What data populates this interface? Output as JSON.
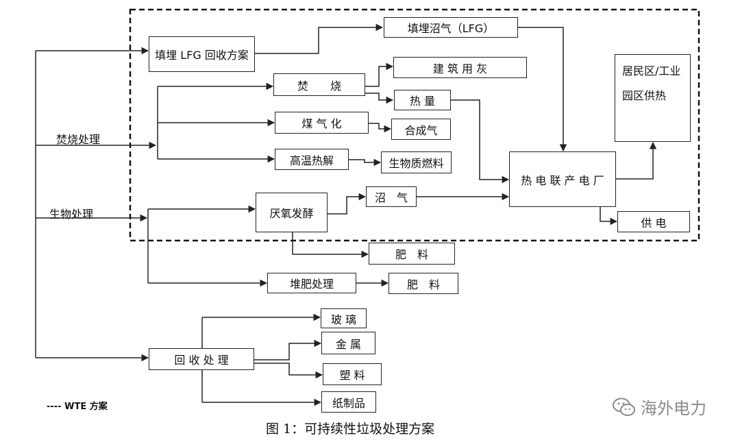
{
  "diagram": {
    "nodes": {
      "lfg_plan": "填埋 LFG 回收方案",
      "landfill_gas": "填埋沼气（LFG）",
      "incineration": "焚　　烧",
      "building_ash": "建 筑 用 灰",
      "heat": "热 量",
      "gasification": "煤 气 化",
      "syngas": "合成气",
      "pyrolysis": "高温热解",
      "biofuel": "生物质燃料",
      "chp_plant": "热 电 联 产 电 厂",
      "heating_supply": "居民区/工业园区供热",
      "power_supply": "供 电",
      "anaerobic_digestion": "厌氧发酵",
      "biogas": "沼　气",
      "fertilizer_1": "肥　料",
      "composting": "堆肥处理",
      "fertilizer_2": "肥　料",
      "recycling": "回 收 处 理",
      "glass": "玻 璃",
      "metal": "金 属",
      "plastic": "塑 料",
      "paper": "纸制品"
    },
    "branch_labels": {
      "incineration_treatment": "焚烧处理",
      "biological_treatment": "生物处理"
    },
    "legend": "---- WTE 方案",
    "caption": "图 1：可持续性垃圾处理方案",
    "watermark": "海外电力"
  }
}
